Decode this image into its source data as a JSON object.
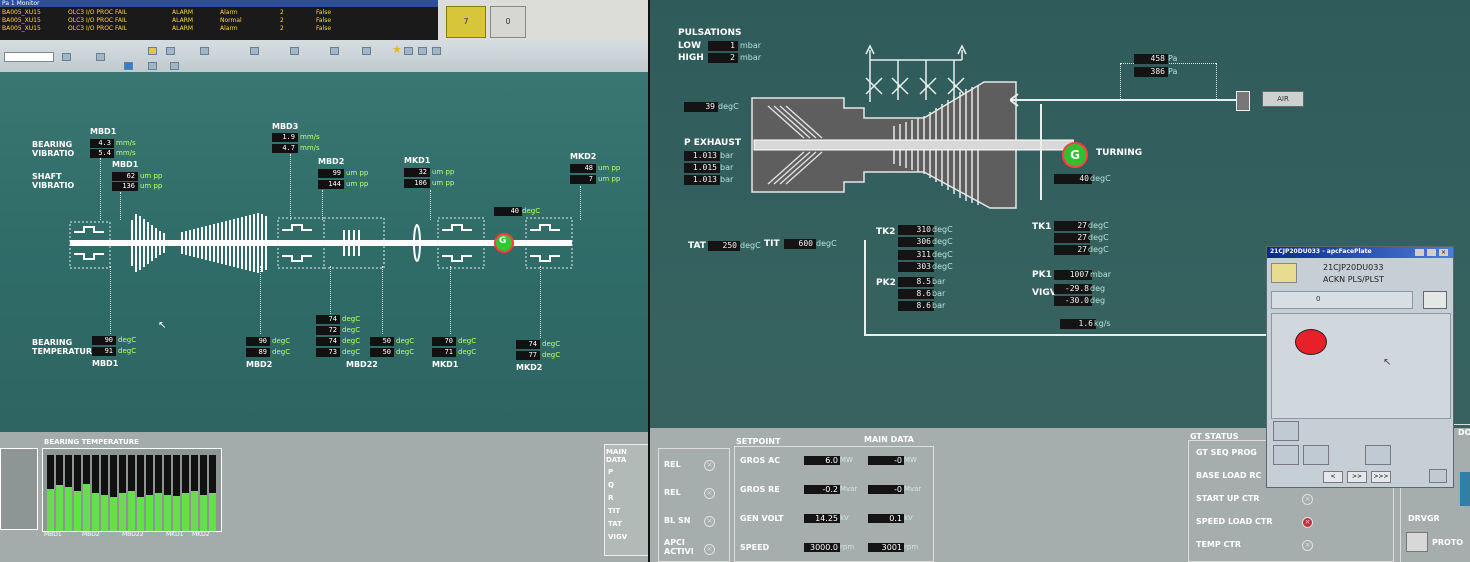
{
  "alarms": {
    "header": "Pa 1 Monitor",
    "rows": [
      {
        "tag": "BA005_XU15",
        "desc": "OLC3 I/O PROC FAIL",
        "type": "ALARM",
        "state": "Alarm",
        "prio": "2",
        "ack": "False"
      },
      {
        "tag": "BA005_XU15",
        "desc": "OLC3 I/O PROC FAIL",
        "type": "ALARM",
        "state": "Normal",
        "prio": "2",
        "ack": "False"
      },
      {
        "tag": "BA005_XU15",
        "desc": "OLC3 I/O PROC FAIL",
        "type": "ALARM",
        "state": "Alarm",
        "prio": "2",
        "ack": "False"
      }
    ],
    "btn1_label": "7",
    "btn2_label": "0"
  },
  "left": {
    "bearing_vibration_label": "BEARING VIBRATIO",
    "shaft_vibration_label": "SHAFT VIBRATIO",
    "bearing_temp_label": "BEARING TEMPERATUR",
    "mbd1_label": "MBD1",
    "mbd1b_label": "MBD1",
    "mbd3_label": "MBD3",
    "mbd2_label": "MBD2",
    "mkd1_label": "MKD1",
    "mkd2_label": "MKD2",
    "vib1_a": "4.3",
    "vib1_b": "5.4",
    "vib_unit": "mm/s",
    "vib3_a": "1.9",
    "vib3_b": "4.7",
    "shaft1_a": "62",
    "shaft1_b": "136",
    "shaft_unit": "um pp",
    "shaft2_a": "99",
    "shaft2_b": "144",
    "shaft3_a": "32",
    "shaft3_b": "106",
    "shaft4_a": "48",
    "shaft4_b": "7",
    "gen_temp": "40",
    "degC": "degC",
    "temp_mbd1_a": "90",
    "temp_mbd1_b": "91",
    "temp_mbd2_a": "90",
    "temp_mbd2_b": "89",
    "temp_mid": [
      "74",
      "72",
      "74",
      "73"
    ],
    "temp_mbd22_a": "50",
    "temp_mbd22_b": "50",
    "temp_mkd1_a": "70",
    "temp_mkd1_b": "71",
    "temp_mkd2_a": "74",
    "temp_mkd2_b": "77",
    "bottom_mbd1": "MBD1",
    "bottom_mbd2": "MBD2",
    "bottom_mbd22": "MBD22",
    "bottom_mkd1": "MKD1",
    "bottom_mkd2": "MKD2",
    "gen_symbol": "G",
    "bearing_temperature_title": "BEARING TEMPERATURE",
    "main_data_title": "MAIN DATA",
    "main_data_rows": [
      "P",
      "Q",
      "R",
      "TIT",
      "TAT",
      "VIGV"
    ],
    "chart_labels": [
      "MBD1",
      "MBD2",
      "MBD22",
      "MKD1",
      "MKD2"
    ]
  },
  "right": {
    "pulsations_label": "PULSATIONS",
    "low_label": "LOW",
    "low_val": "1",
    "high_label": "HIGH",
    "high_val": "2",
    "mbar": "mbar",
    "inlet_temp": "39",
    "degC": "degC",
    "p_exhaust_label": "P EXHAUST",
    "p_exh": [
      "1.013",
      "1.015",
      "1.013"
    ],
    "bar": "bar",
    "pa_a": "458",
    "pa_b": "386",
    "pa": "Pa",
    "air_label": "AIR",
    "turning_label": "TURNING",
    "gen_temp": "40",
    "tat_label": "TAT",
    "tat_val": "250",
    "tit_label": "TIT",
    "tit_val": "600",
    "tk2_label": "TK2",
    "tk2": [
      "310",
      "306",
      "311",
      "303"
    ],
    "tk1_label": "TK1",
    "tk1": [
      "27",
      "27",
      "27"
    ],
    "pk2_label": "PK2",
    "pk2": [
      "8.5",
      "8.6",
      "8.6"
    ],
    "pk1_label": "PK1",
    "pk1_val": "1007",
    "vigv_label": "VIGV",
    "vigv_a": "-29.8",
    "vigv_b": "-30.0",
    "deg": "deg",
    "flow_val": "1.6",
    "flow_unit": "kg/s",
    "gen_symbol": "G"
  },
  "popup": {
    "title": "21CJP20DU033 - apcFacePlate",
    "tag": "21CJP20DU033",
    "desc": "ACKN PLS/PLST",
    "field_val": "0",
    "nav_prev": "<",
    "nav_mid": ">>",
    "nav_next": ">>>"
  },
  "bottom": {
    "setpoint_title": "SETPOINT",
    "main_data_title": "MAIN DATA",
    "gt_status_title": "GT STATUS",
    "left_items": [
      "REL",
      "REL",
      "BL SN",
      "APCI ACTIVI"
    ],
    "rows": [
      {
        "label": "GROS AC",
        "sp": "6.0",
        "sp_unit": "MW",
        "md": "-0",
        "md_unit": "MW"
      },
      {
        "label": "GROS RE",
        "sp": "-0.2",
        "sp_unit": "Mvar",
        "md": "-0",
        "md_unit": "Mvar"
      },
      {
        "label": "GEN VOLT",
        "sp": "14.25",
        "sp_unit": "kV",
        "md": "0.1",
        "md_unit": "kV"
      },
      {
        "label": "SPEED",
        "sp": "3000.0",
        "sp_unit": "rpm",
        "md": "3001",
        "md_unit": "rpm"
      }
    ],
    "gt_status_items": [
      "GT SEQ PROG",
      "BASE LOAD RC",
      "START UP CTR",
      "SPEED LOAD CTR",
      "TEMP CTR"
    ],
    "far_right_top": "DO",
    "far_right_items": [
      "DRVGR",
      "PROTO"
    ]
  }
}
